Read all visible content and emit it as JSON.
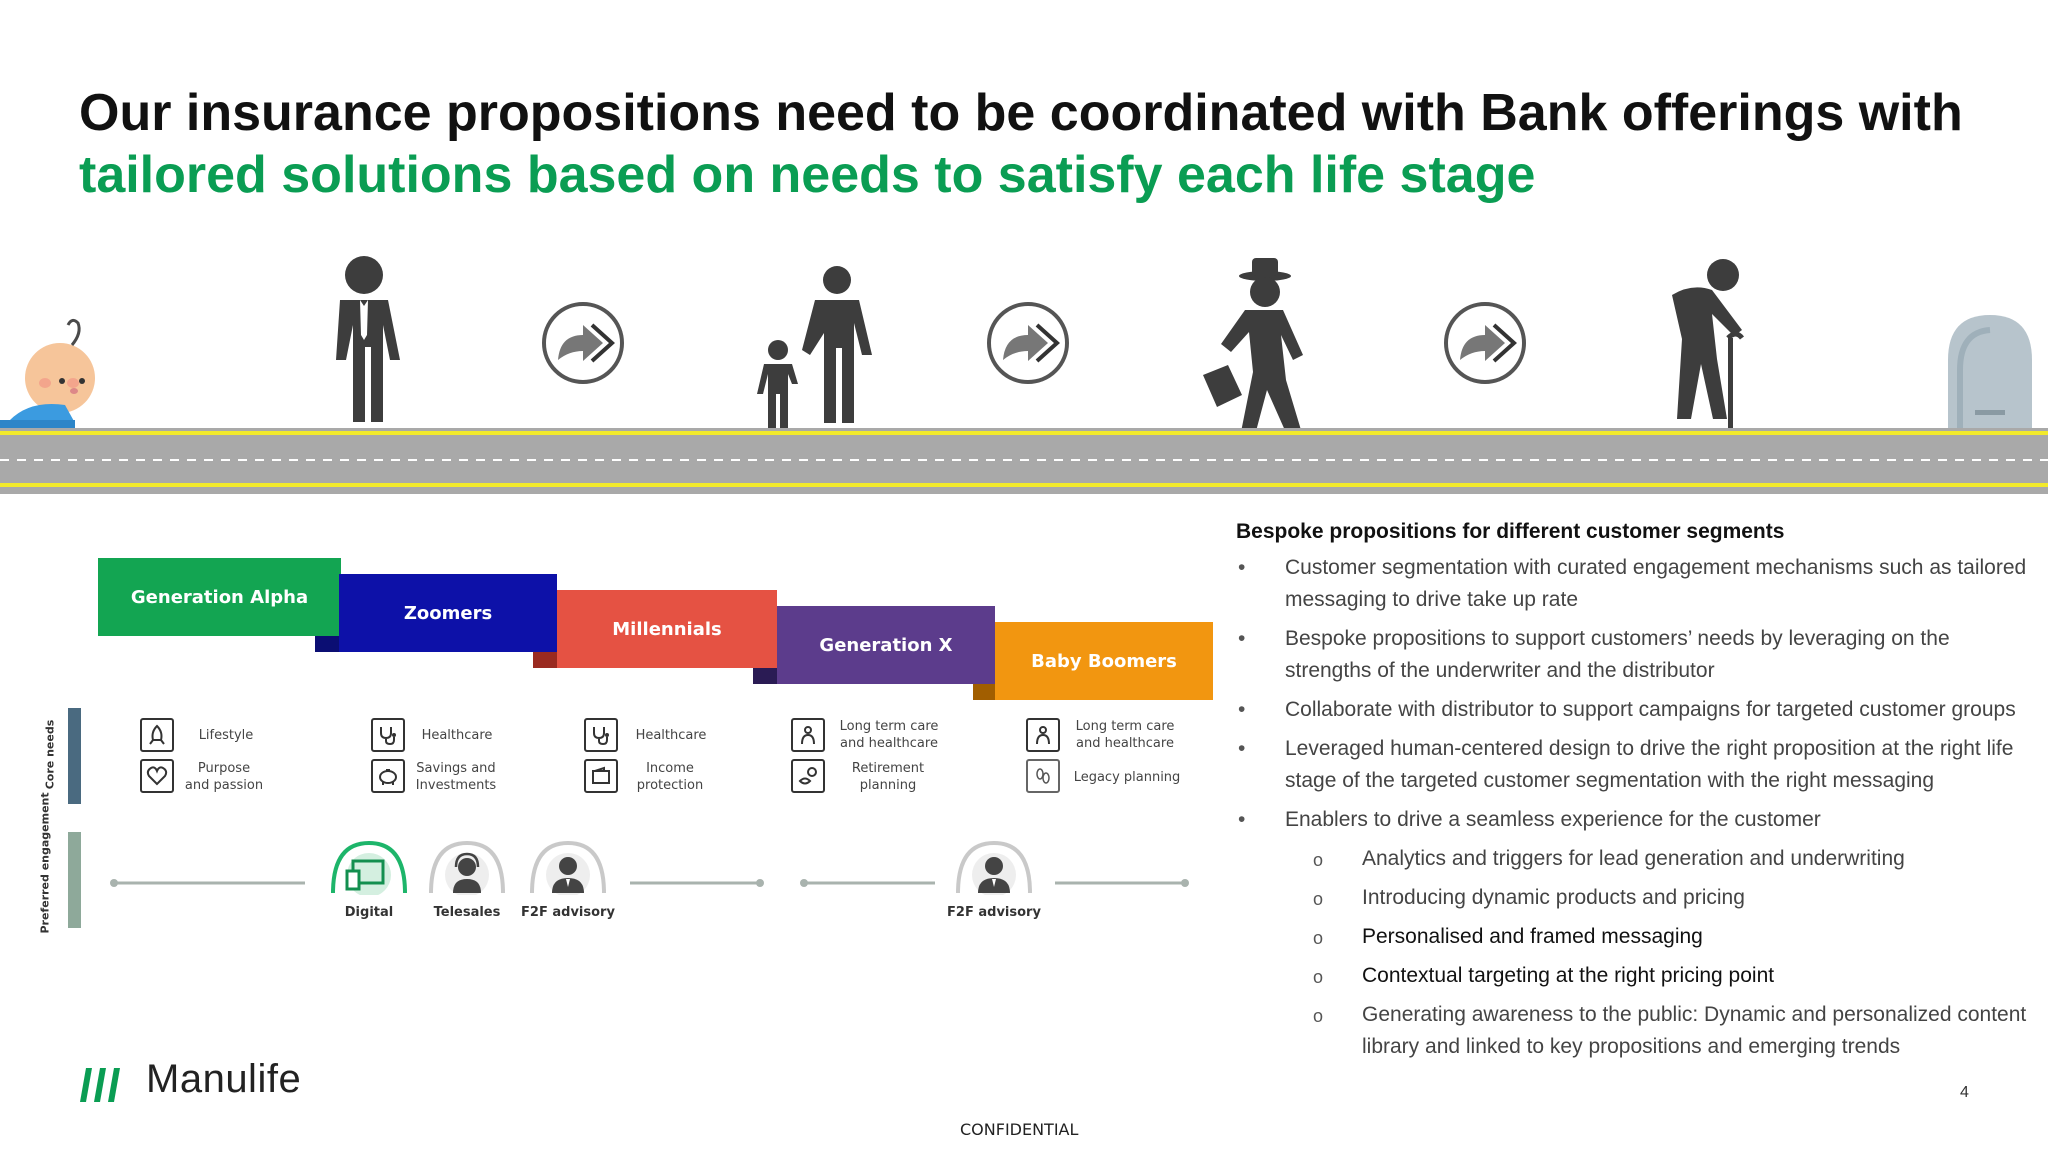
{
  "title": {
    "line1": "Our insurance propositions need to be coordinated with Bank offerings with",
    "line2": "tailored solutions based on needs to satisfy each life stage"
  },
  "journey": {
    "stages": [
      "baby-icon",
      "young-adult-icon",
      "parent-with-child-icon",
      "businessman-icon",
      "elderly-with-cane-icon",
      "tombstone-icon"
    ],
    "arrows": [
      "forward-arrow-icon",
      "forward-arrow-icon",
      "forward-arrow-icon"
    ]
  },
  "generations": [
    {
      "label": "Generation Alpha",
      "color": "#13a552"
    },
    {
      "label": "Zoomers",
      "color": "#0d11a8"
    },
    {
      "label": "Millennials",
      "color": "#e55243"
    },
    {
      "label": "Generation X",
      "color": "#5c3c8c"
    },
    {
      "label": "Baby Boomers",
      "color": "#f29610"
    }
  ],
  "rows": {
    "core_needs": "Core needs",
    "preferred_engagement": "Preferred engagement"
  },
  "needs": {
    "alpha": [
      {
        "icon": "rocket-icon",
        "text": "Lifestyle"
      },
      {
        "icon": "heart-icon",
        "text": "Purpose\nand passion"
      }
    ],
    "zoomers": [
      {
        "icon": "stethoscope-icon",
        "text": "Healthcare"
      },
      {
        "icon": "piggy-bank-icon",
        "text": "Savings and\nInvestments"
      }
    ],
    "millennials": [
      {
        "icon": "stethoscope-icon",
        "text": "Healthcare"
      },
      {
        "icon": "wallet-icon",
        "text": "Income\nprotection"
      }
    ],
    "genx": [
      {
        "icon": "caregiver-icon",
        "text": "Long term care\nand healthcare"
      },
      {
        "icon": "retirement-icon",
        "text": "Retirement\nplanning"
      }
    ],
    "boomers": [
      {
        "icon": "caregiver-icon",
        "text": "Long term care\nand healthcare"
      },
      {
        "icon": "footprints-icon",
        "text": "Legacy planning"
      }
    ]
  },
  "channels": {
    "digital": "Digital",
    "telesales": "Telesales",
    "f2f_1": "F2F advisory",
    "f2f_2": "F2F advisory"
  },
  "bespoke": {
    "heading": "Bespoke propositions for different customer segments",
    "bullets": [
      "Customer segmentation with curated engagement mechanisms such as tailored messaging to drive take up rate",
      "Bespoke propositions to support customers’ needs by leveraging on the strengths of the underwriter and the distributor",
      "Collaborate with distributor to support campaigns for targeted customer groups",
      "Leveraged human-centered design to drive the right proposition at the right life stage of the targeted customer segmentation with the right messaging",
      "Enablers to drive a seamless experience for the customer"
    ],
    "sub_bullets": [
      "Analytics and triggers for lead generation and underwriting",
      "Introducing dynamic products and pricing",
      "Personalised and framed messaging",
      "Contextual targeting at the right pricing point",
      "Generating awareness to the public: Dynamic and personalized content library and linked to key propositions and emerging trends"
    ]
  },
  "footer": {
    "brand": "Manulife",
    "confidential": "CONFIDENTIAL",
    "page_number": "4"
  },
  "colors": {
    "accent_green": "#0a9d53",
    "road_gray": "#a9a9a9",
    "road_line": "#f2ea2c",
    "figure_gray": "#3d3d3d"
  }
}
